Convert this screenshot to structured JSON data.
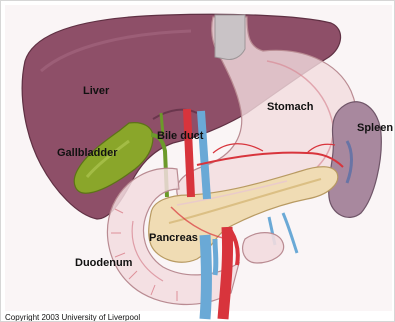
{
  "labels": {
    "liver": "Liver",
    "stomach": "Stomach",
    "spleen": "Spleen",
    "gallbladder": "Gallbladder",
    "bile_duct": "Bile duct",
    "pancreas": "Pancreas",
    "duodenum": "Duodenum"
  },
  "copyright": "Copyright 2003 University of Liverpool",
  "colors": {
    "liver": "#8e4f68",
    "gallbladder": "#8aa62a",
    "stomach": "#f2dcdf",
    "spleen": "#a8889e",
    "pancreas": "#f0dcb4",
    "aorta": "#d8343c",
    "vein": "#6aa9d6",
    "bile_duct": "#6c9a2a"
  }
}
